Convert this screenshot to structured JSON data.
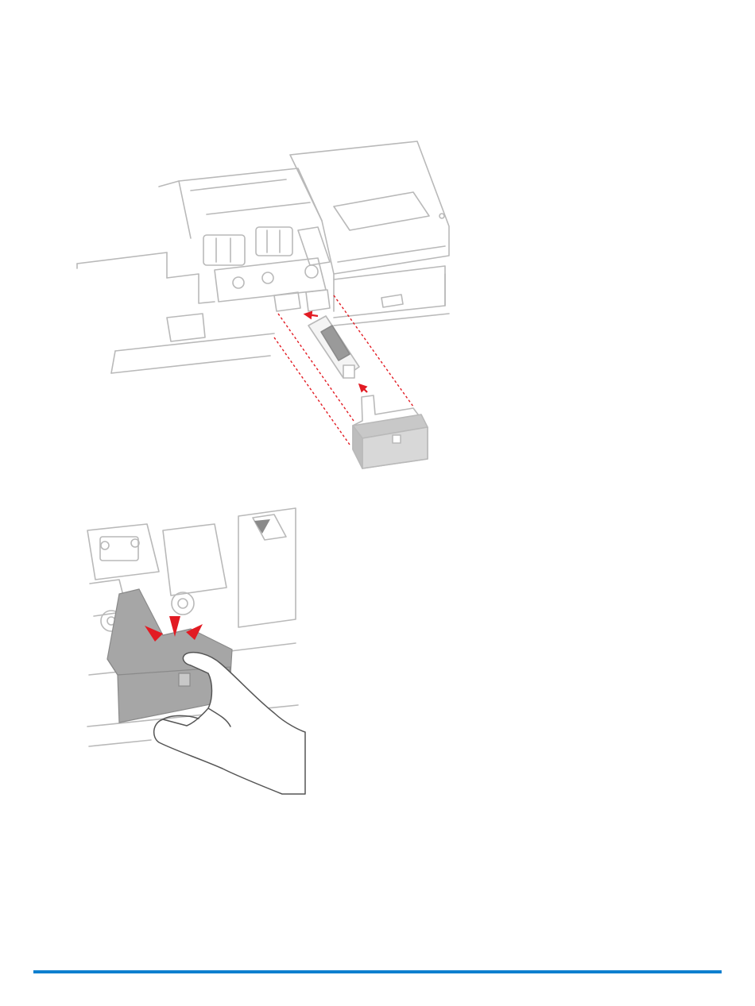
{
  "colors": {
    "page_background": "#ffffff",
    "line_art": "#b9b9b9",
    "shaded_part": "#a6a6a6",
    "arrow_red": "#e21b23",
    "footer_rule": "#0d7fcf"
  },
  "figures": [
    {
      "name": "insert-part-exploded-view",
      "icon": "exploded-assembly-illustration"
    },
    {
      "name": "press-part-into-place",
      "icon": "hand-pressing-part-illustration"
    }
  ]
}
